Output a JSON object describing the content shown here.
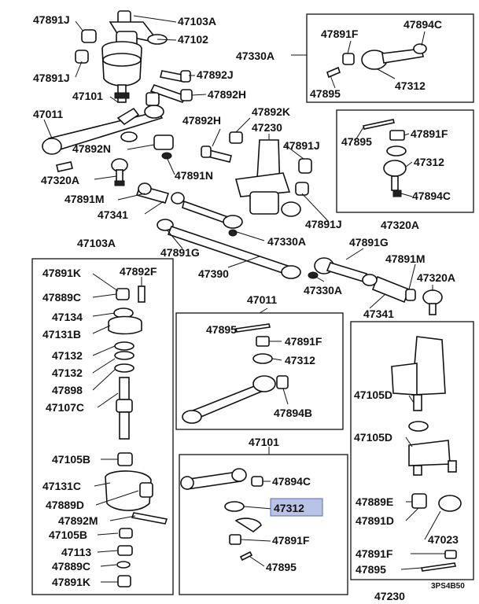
{
  "labels": {
    "l_47891J_a": "47891J",
    "l_47103A_a": "47103A",
    "l_47102": "47102",
    "l_47891J_b": "47891J",
    "l_47892J": "47892J",
    "l_47101_a": "47101",
    "l_47892H_a": "47892H",
    "l_47011_a": "47011",
    "l_47892N": "47892N",
    "l_47892H_b": "47892H",
    "l_47892K": "47892K",
    "l_47230_a": "47230",
    "l_47891J_c": "47891J",
    "l_47320A_a": "47320A",
    "l_47891N": "47891N",
    "l_47891M_a": "47891M",
    "l_47341_a": "47341",
    "l_47891J_d": "47891J",
    "l_47330A_b": "47330A",
    "l_47330A_a": "47330A",
    "l_47891F_a": "47891F",
    "l_47894C_a": "47894C",
    "l_47312_a": "47312",
    "l_47895_a": "47895",
    "l_47895_b": "47895",
    "l_47891F_b": "47891F",
    "l_47312_b": "47312",
    "l_47894C_b": "47894C",
    "l_47320A_b": "47320A",
    "l_47103A_b": "47103A",
    "l_47891G_a": "47891G",
    "l_47390": "47390",
    "l_47891G_b": "47891G",
    "l_47891M_b": "47891M",
    "l_47330A_c": "47330A",
    "l_47320A_c": "47320A",
    "l_47341_b": "47341",
    "l_47891K_a": "47891K",
    "l_47892F": "47892F",
    "l_47889C_a": "47889C",
    "l_47134": "47134",
    "l_47131B": "47131B",
    "l_47132_a": "47132",
    "l_47132_b": "47132",
    "l_47898": "47898",
    "l_47107C": "47107C",
    "l_47105B_a": "47105B",
    "l_47131C": "47131C",
    "l_47889D": "47889D",
    "l_47892M": "47892M",
    "l_47105B_b": "47105B",
    "l_47113": "47113",
    "l_47889C_b": "47889C",
    "l_47891K_b": "47891K",
    "l_47011_b": "47011",
    "l_47895_c": "47895",
    "l_47891F_c": "47891F",
    "l_47312_c": "47312",
    "l_47894B": "47894B",
    "l_47101_b": "47101",
    "l_47894C_c": "47894C",
    "l_47312_highlight": "47312",
    "l_47891F_d": "47891F",
    "l_47895_d": "47895",
    "l_47105D_a": "47105D",
    "l_47105D_b": "47105D",
    "l_47889E": "47889E",
    "l_47891D": "47891D",
    "l_47023": "47023",
    "l_47891F_e": "47891F",
    "l_47895_e": "47895",
    "l_47230_b": "47230",
    "code": "3PS4B50"
  },
  "highlight_color": "#b9c3e8"
}
